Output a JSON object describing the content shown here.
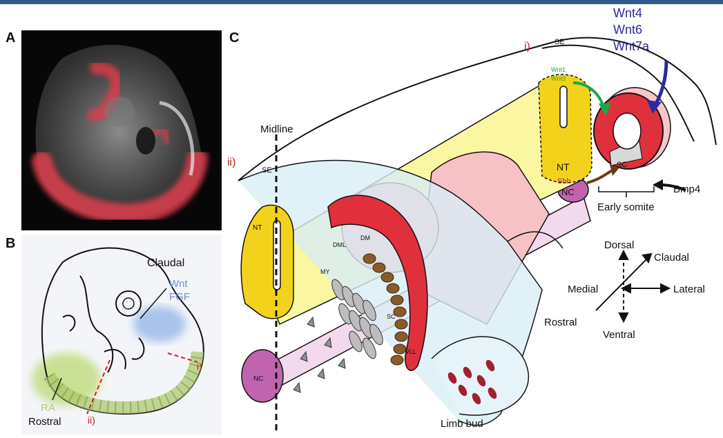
{
  "panels": {
    "a": "A",
    "b": "B",
    "c": "C"
  },
  "panel_b": {
    "caudal": "Claudal",
    "wnt": "Wnt",
    "fgf": "FGF",
    "ra": "RA",
    "rostral": "Rostral",
    "section_i": "i)",
    "section_ii": "ii)"
  },
  "panel_c": {
    "section_i": "i)",
    "section_ii": "ii)",
    "se_top": "SE",
    "se_left": "SE",
    "wnt_list": [
      "Wnt4",
      "Wnt6",
      "Wnt7a"
    ],
    "wnt1": "Wnt1",
    "wnt3": "Wnt3",
    "nt_back": "NT",
    "nt_front": "NT",
    "sc_somite": "SC",
    "shh": "Shh",
    "nc_back": "NC",
    "nc_front": "NC",
    "bmp4": "Bmp4",
    "early_somite": "Early somite",
    "midline": "Midline",
    "dm": "DM",
    "dml": "DML",
    "my": "MY",
    "sc_section": "SC",
    "vll": "VLL",
    "limb_bud": "Limb bud"
  },
  "axes": {
    "dorsal": "Dorsal",
    "claudal": "Claudal",
    "medial": "Medial",
    "lateral": "Lateral",
    "rostral": "Rostral",
    "ventral": "Ventral"
  },
  "colors": {
    "accent_bar": "#2f5d8a",
    "neural_tube": "#f3d21b",
    "somite_red": "#e0303c",
    "somite_pink": "#f5b8bb",
    "notochord": "#c064b0",
    "surface_ectoderm": "#cfe7f1",
    "wnt_blue": "#2a2aa0",
    "section_red": "#c02020",
    "ra_green": "#b8d86a"
  }
}
